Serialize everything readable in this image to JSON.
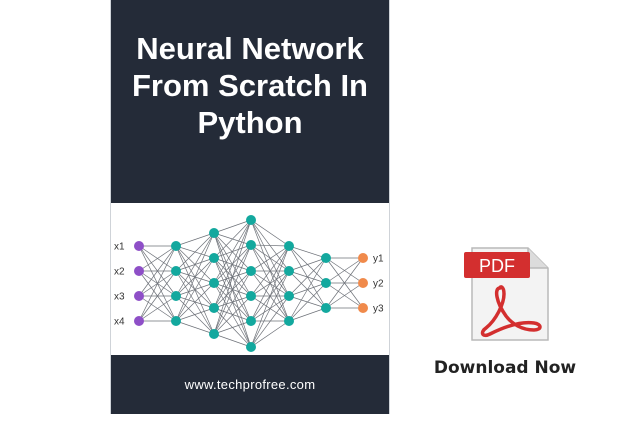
{
  "cover": {
    "title_lines": [
      "Neural Network",
      "From Scratch In",
      "Python"
    ],
    "url": "www.techprofree.com",
    "background": "#242b38"
  },
  "network": {
    "input_labels": [
      "x1",
      "x2",
      "x3",
      "x4"
    ],
    "output_labels": [
      "y1",
      "y2",
      "y3"
    ],
    "colors": {
      "input": "#8e4fc7",
      "hidden": "#13a89e",
      "output": "#f08a4b",
      "edge": "#6d7178"
    }
  },
  "pdf_icon": {
    "badge_text": "PDF",
    "icon": "pdf-document-icon",
    "badge_color": "#d32f2f"
  },
  "download": {
    "label": "Download Now"
  }
}
